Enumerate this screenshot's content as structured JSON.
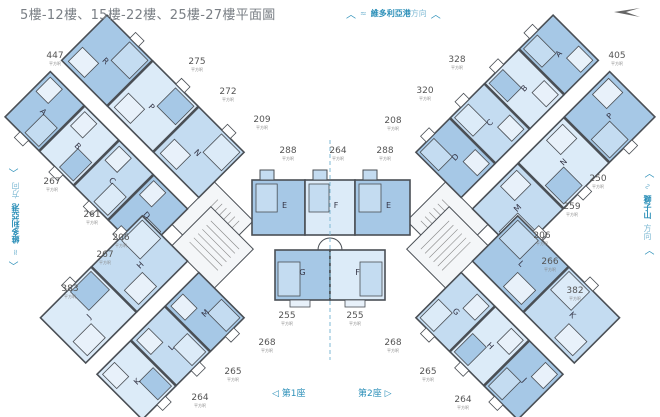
{
  "title": "5樓-12樓、15樓-22樓、25樓-27樓平面圖",
  "directions": {
    "top": {
      "bold": "維多利亞港",
      "light": "方向"
    },
    "left": {
      "bold": "維多利亞港",
      "light": "方向"
    },
    "right": {
      "bold": "獅子山",
      "light": "方向"
    }
  },
  "north_icon": "north-arrow-icon",
  "area_unit": "平方呎",
  "areas": [
    {
      "v": "447"
    },
    {
      "v": "275"
    },
    {
      "v": "272"
    },
    {
      "v": "209"
    },
    {
      "v": "288"
    },
    {
      "v": "264"
    },
    {
      "v": "288"
    },
    {
      "v": "328"
    },
    {
      "v": "320"
    },
    {
      "v": "208"
    },
    {
      "v": "405"
    },
    {
      "v": "267"
    },
    {
      "v": "261"
    },
    {
      "v": "206"
    },
    {
      "v": "267"
    },
    {
      "v": "383"
    },
    {
      "v": "250"
    },
    {
      "v": "259"
    },
    {
      "v": "206"
    },
    {
      "v": "266"
    },
    {
      "v": "382"
    },
    {
      "v": "255"
    },
    {
      "v": "255"
    },
    {
      "v": "268"
    },
    {
      "v": "268"
    },
    {
      "v": "265"
    },
    {
      "v": "265"
    },
    {
      "v": "264"
    },
    {
      "v": "264"
    }
  ],
  "towers": {
    "t1": "第1座",
    "t2": "第2座"
  },
  "arms": [
    {
      "name": "tower1-upper-wing",
      "side_a": [
        "D",
        "C",
        "B",
        "A"
      ],
      "side_b": [
        "N",
        "P",
        "R"
      ]
    },
    {
      "name": "tower1-lower-wing",
      "side_a": [
        "M",
        "L",
        "K"
      ],
      "side_b": [
        "H",
        "J"
      ]
    },
    {
      "name": "tower2-upper-wing",
      "side_a": [
        "D",
        "C",
        "B",
        "A"
      ],
      "side_b": [
        "M",
        "N",
        "P"
      ]
    },
    {
      "name": "tower2-lower-wing",
      "side_a": [
        "L",
        "K"
      ],
      "side_b": [
        "G",
        "H",
        "J"
      ]
    }
  ],
  "center_units": {
    "top": [
      "E",
      "F",
      "E"
    ],
    "bottom": [
      "G",
      "F"
    ]
  },
  "colors": {
    "dark": "#a6c8e6",
    "mid": "#c4dcf1",
    "light": "#dcebf8",
    "wall": "#4a4f55",
    "accent": "#2b8fb8"
  }
}
